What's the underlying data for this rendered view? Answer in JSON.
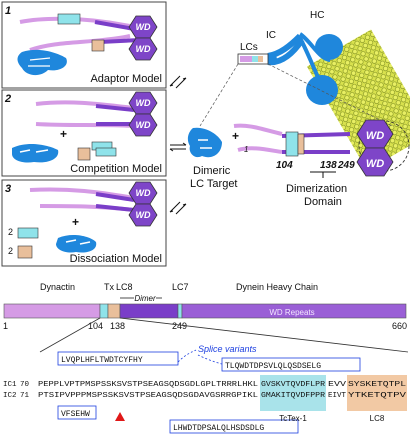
{
  "colors": {
    "purple": "#7a3ec8",
    "lavender": "#d59be5",
    "violet_mid": "#9a5fd6",
    "hex_purple": "#7e45c8",
    "blue": "#1f87dc",
    "cyan": "#8fe3ea",
    "tan": "#e9bf9b",
    "lc8_bg": "#f2c9a4",
    "tctex_bg": "#a9e3ea",
    "yellow_green": "#d9e24e",
    "splice_blue": "#1c3fe0",
    "red": "#e01818"
  },
  "panels": [
    {
      "number": "1",
      "model_label": "Adaptor Model",
      "wd_top": "WD",
      "wd_bottom": "WD"
    },
    {
      "number": "2",
      "model_label": "Competition Model",
      "wd_top": "WD",
      "wd_bottom": "WD",
      "plus": "+"
    },
    {
      "number": "3",
      "model_label": "Dissociation Model",
      "wd_top": "WD",
      "wd_bottom": "WD",
      "plus": "+",
      "count_cyan": "2",
      "count_tan": "2"
    }
  ],
  "right_top": {
    "lcs_label": "LCs",
    "ic_label": "IC",
    "hc_label": "HC"
  },
  "right_middle": {
    "target_label_line1": "Dimeric",
    "target_label_line2": "LC Target",
    "plus": "+",
    "n1": "1",
    "n104": "104",
    "n138": "138",
    "n249": "249",
    "wd_top": "WD",
    "wd_bottom": "WD",
    "dimerization_line1": "Dimerization",
    "dimerization_line2": "Domain"
  },
  "domain_bar": {
    "dynactin_label": "Dynactin",
    "tx_label": "Tx",
    "lc8_label": "LC8",
    "dimer_label": "Dimer",
    "lc7_label": "LC7",
    "heavy_chain_label": "Dynein Heavy Chain",
    "wd_repeats_label": "WD Repeats",
    "tick_1": "1",
    "tick_104": "104",
    "tick_138": "138",
    "tick_249": "249",
    "tick_660": "660"
  },
  "sequence": {
    "splice_variants_label": "Splice variants",
    "box_top_left": "LVQPLHFLTWDTCYFHY",
    "box_top_right": "TLQWDTDPSVLQLQSDSELG",
    "box_bottom_left": "VFSEHW",
    "box_bottom_right": "LHWDTDPSALQLHSDSDLG",
    "ic1_label": "IC1",
    "ic1_pos": "70",
    "ic1_seq_a": "PEPPLVPTPMSPSSKSVSTPSEAGSQDSGDLGPLTRRRLHKL",
    "ic1_seq_tctex": "GVSKVTQVDFLPR",
    "ic1_seq_mid": "EVV",
    "ic1_seq_lc8": "SYSKETQTPL",
    "ic2_label": "IC2",
    "ic2_pos": "71",
    "ic2_seq_a": "PTSIPVPPPMSPSSKSVSTPSEAGSQDSGDAVGSRRGPIKL",
    "ic2_seq_tctex": "GMAKITQVDFPPR",
    "ic2_seq_mid": "EIVT",
    "ic2_seq_lc8": "YTKETQTPV",
    "tctex_label": "TcTex-1",
    "lc8_label": "LC8"
  }
}
